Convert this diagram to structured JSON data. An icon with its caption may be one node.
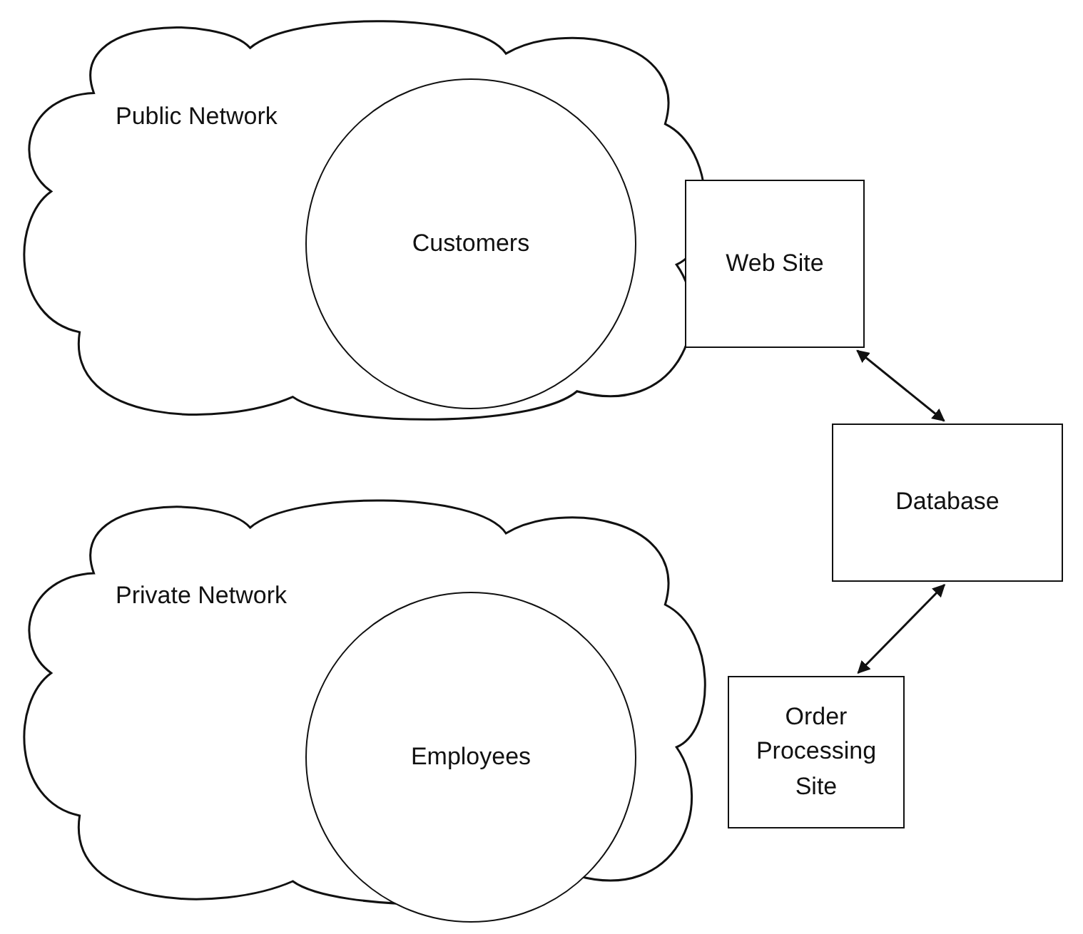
{
  "diagram": {
    "nodes": [
      {
        "text": [
          "Public Network"
        ]
      },
      {
        "text": [
          "Customers"
        ],
        "in": 0
      },
      {
        "text": [
          "Web Site"
        ]
      },
      {
        "text": [
          "Database"
        ]
      },
      {
        "text": [
          "Private Network"
        ]
      },
      {
        "text": [
          "Employees"
        ],
        "in": 4
      },
      {
        "text": [
          "Order Processing Site"
        ]
      }
    ],
    "edges": [
      {
        "from": 2,
        "to": 3,
        "arrow": "both"
      },
      {
        "from": 3,
        "to": 6,
        "arrow": "both"
      }
    ]
  }
}
